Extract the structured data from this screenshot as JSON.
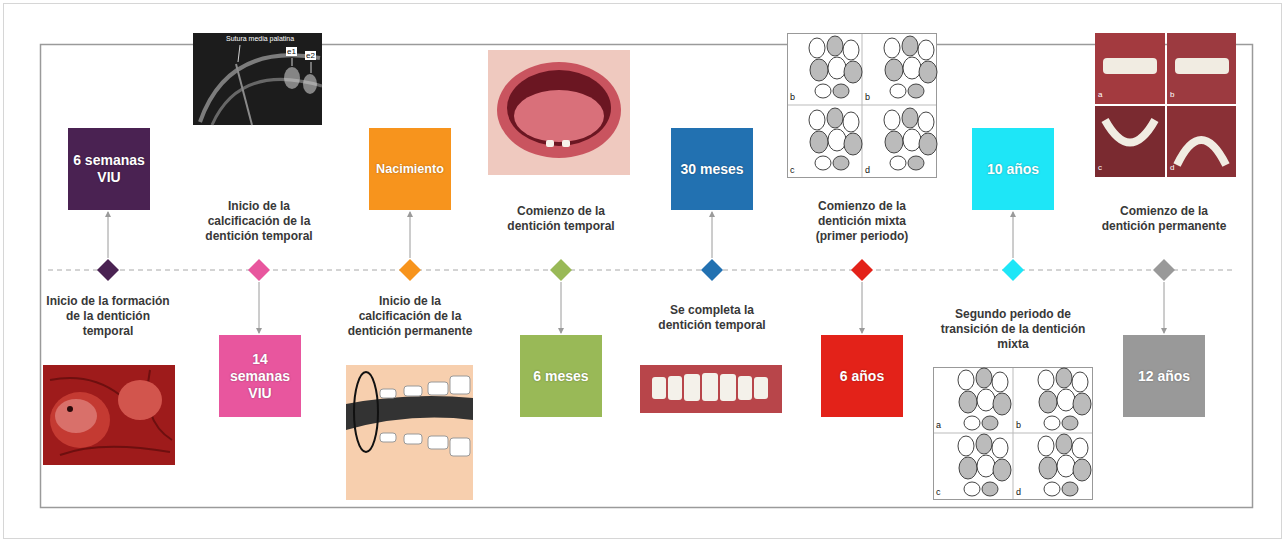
{
  "diagram": {
    "nodes": [
      {
        "text": [
          "6 semanas VIU"
        ]
      },
      {
        "text": [
          "14 semanas VIU"
        ]
      },
      {
        "text": [
          "Nacimiento"
        ]
      },
      {
        "text": [
          "6 meses"
        ]
      },
      {
        "text": [
          "30 meses"
        ]
      },
      {
        "text": [
          "6 años"
        ]
      },
      {
        "text": [
          "10 años"
        ]
      },
      {
        "text": [
          "12 años"
        ]
      }
    ],
    "labels": [
      "Inicio de la formación de la dentición temporal",
      "Inicio de la calcificación de la dentición temporal",
      "Inicio de la calcificación de la dentición permanente",
      "Comienzo de la dentición temporal",
      "Se completa la dentición temporal",
      "Comienzo de la dentición mixta (primer periodo)",
      "Segundo periodo de transición de la dentición mixta",
      "Comienzo de la dentición permanente",
      "Sutura media palatina",
      "e1",
      "e2",
      "b",
      "b",
      "c",
      "d",
      "a",
      "b",
      "c",
      "d",
      "a",
      "b",
      "c",
      "d"
    ]
  }
}
